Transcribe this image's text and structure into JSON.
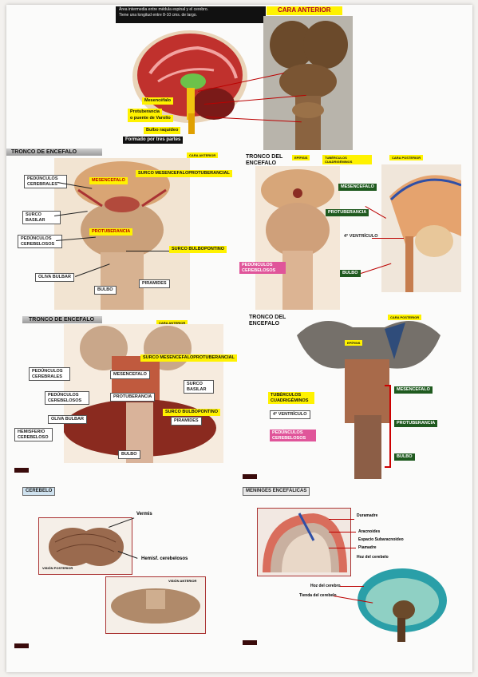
{
  "top": {
    "notes": [
      "Área intermedia entre médula espinal y el cerebro.",
      "Tiene una longitud entre 8-10 cms. de largo."
    ],
    "face_label": "CARA ANTERIOR",
    "mesencefalo": "Mesencéfalo",
    "protuberancia": "Protuberancia",
    "puente": "o puente de Varolio",
    "bulbo": "Bulbo raquídeo",
    "formado": "Formado por tres partes"
  },
  "panel1": {
    "title": "TRONCO DE ENCEFALO",
    "tag": "CARA ANTERIOR",
    "labels": {
      "pedunculos_cerebrales": "PEDÚNCULOS CEREBRALES",
      "mesencefalo": "MESENCEFALO",
      "surco_mesencefalo": "SURCO MESENCEFALOPROTUBERANCIAL",
      "surco_basilar": "SURCO BASILAR",
      "protuberancia": "PROTUBERANCIA",
      "pedunculos_cerebelosos": "PEDÚNCULOS CEREBELOSOS",
      "surco_bulbopontino": "SURCO BULBOPONTINO",
      "oliva_bulbar": "OLIVA BULBAR",
      "bulbo": "BULBO",
      "piramides": "PIRAMIDES"
    }
  },
  "panel2": {
    "title": "TRONCO DEL ENCEFALO",
    "epifisis": "EPÍFISIS",
    "tuberculos": "TUBÉRCULOS CUADRIGÉMINOS",
    "tag": "CARA POSTERIOR",
    "mesencefalo": "MESENCEFALO",
    "protuberancia": "PROTUBERANCIA",
    "ventriculo": "4° VENTRÍCULO",
    "pedunculos": "PEDÚNCULOS CEREBELOSOS",
    "bulbo": "BULBO"
  },
  "panel3": {
    "title": "TRONCO DE ENCEFALO",
    "tag": "CARA ANTERIOR",
    "labels": {
      "surco_mesencefalo": "SURCO MESENCEFALOPROTUBERANCIAL",
      "pedunculos_cerebrales": "PEDÚNCULOS CEREBRALES",
      "mesencefalo": "MESENCEFALO",
      "surco_basilar": "SURCO BASILAR",
      "pedunculos_cerebelosos": "PEDÚNCULOS CEREBELOSOS",
      "protuberancia": "PROTUBERANCIA",
      "surco_bulbopontino": "SURCO BULBOPONTINO",
      "oliva_bulbar": "OLIVA BULBAR",
      "piramides": "PIRAMIDES",
      "hemisferio": "HEMISFERIO CEREBELOSO",
      "bulbo": "BULBO"
    }
  },
  "panel4": {
    "title": "TRONCO DEL ENCEFALO",
    "tag": "CARA POSTERIOR",
    "epifisis": "EPÍFISIS",
    "tuberculos": "TUBÉRCULOS CUADRIGÉMINOS",
    "ventriculo": "4° VENTRÍCULO",
    "pedunculos": "PEDÚNCULOS CEREBELOSOS",
    "mesencefalo": "MESENCEFALO",
    "protuberancia": "PROTUBERANCIA",
    "bulbo": "BULBO"
  },
  "cerebelo": {
    "title": "CEREBELO",
    "vermis": "Vermis",
    "hemisf": "Hemisf. cerebelosos",
    "vision_posterior": "VISIÓN POSTERIOR",
    "vision_anterior": "VISIÓN ANTERIOR"
  },
  "meninges": {
    "title": "MENINGES ENCEFÁLICAS",
    "duramadre": "Duramadre",
    "aracnoides": "Aracnoides",
    "espacio": "Espacio Subaracnoideo",
    "piamadre": "Piamadre",
    "hoz_cerebelo": "Hoz del cerebelo",
    "hoz_cerebro": "Hoz del cerebro",
    "tienda": "Tienda del cerebelo"
  },
  "colors": {
    "brain_red": "#c0312d",
    "tissue": "#d9a574",
    "label_yellow": "#fff200",
    "label_green": "#1f5a1f",
    "label_pink": "#e0559a"
  }
}
